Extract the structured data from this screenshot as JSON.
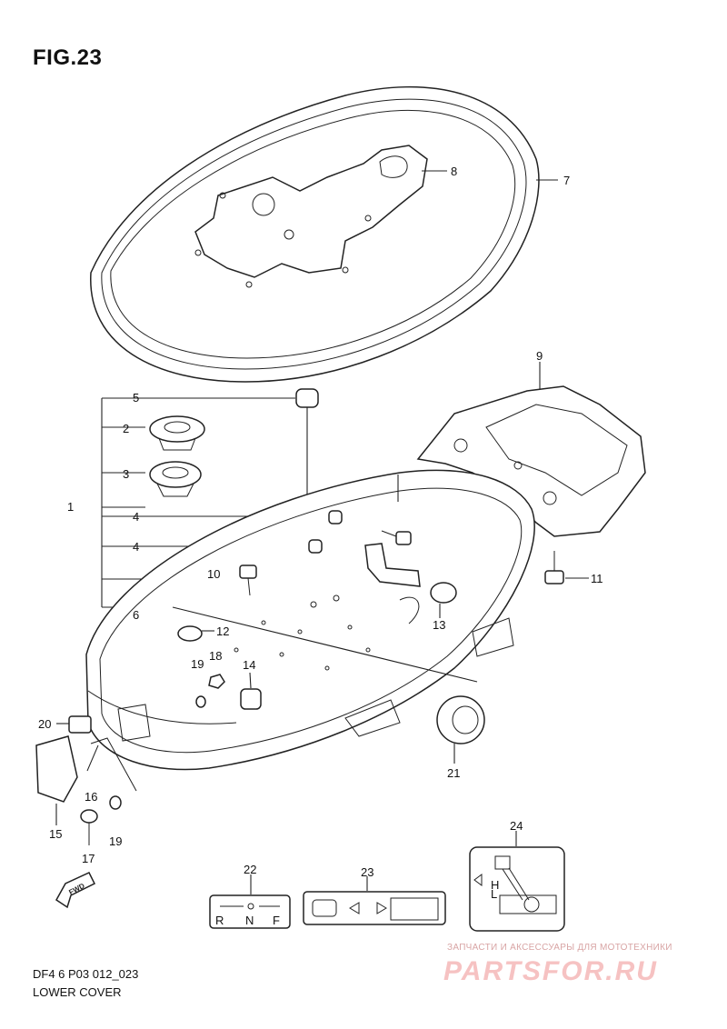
{
  "figure": {
    "title": "FIG.23"
  },
  "callouts": {
    "c1": "1",
    "c2": "2",
    "c3": "3",
    "c4a": "4",
    "c4b": "4",
    "c5": "5",
    "c6": "6",
    "c7": "7",
    "c8": "8",
    "c9": "9",
    "c10": "10",
    "c11": "11",
    "c12": "12",
    "c13": "13",
    "c14": "14",
    "c15": "15",
    "c16": "16",
    "c17": "17",
    "c18": "18",
    "c19a": "19",
    "c19b": "19",
    "c20": "20",
    "c21": "21",
    "c22": "22",
    "c23": "23",
    "c24": "24"
  },
  "labels": {
    "fwd": "FWD",
    "gear_r": "R",
    "gear_n": "N",
    "gear_f": "F",
    "oil_h": "H",
    "oil_l": "L"
  },
  "footer": {
    "model_code": "DF4 6 P03 012_023",
    "section_name": "LOWER COVER"
  },
  "watermark": {
    "tagline": "ЗАПЧАСТИ И АКСЕССУАРЫ ДЛЯ МОТОТЕХНИКИ",
    "brand": "PARTSFOR.RU"
  },
  "colors": {
    "ink": "#222222",
    "watermark": "#f6c2c2",
    "background": "#ffffff"
  }
}
